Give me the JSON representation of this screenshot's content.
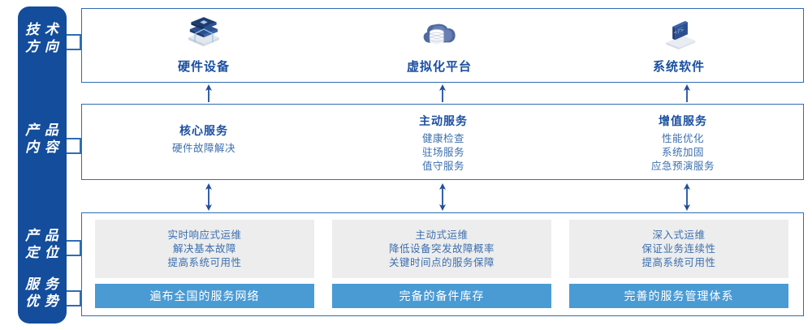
{
  "sidebar": {
    "items": [
      {
        "name": "tech-direction",
        "line1": "技 术",
        "line2": "方 向"
      },
      {
        "name": "product-content",
        "line1": "产 品",
        "line2": "内 容"
      },
      {
        "name": "product-position",
        "line1": "产 品",
        "line2": "定 位"
      },
      {
        "name": "service-advantage",
        "line1": "服 务",
        "line2": "优 势"
      }
    ]
  },
  "tech_row": {
    "columns": [
      {
        "icon": "server-stack-icon",
        "title": "硬件设备"
      },
      {
        "icon": "cloud-database-icon",
        "title": "虚拟化平台"
      },
      {
        "icon": "laptop-code-icon",
        "title": "系统软件"
      }
    ]
  },
  "product_row": {
    "columns": [
      {
        "title": "核心服务",
        "lines": [
          "硬件故障解决"
        ]
      },
      {
        "title": "主动服务",
        "lines": [
          "健康检查",
          "驻场服务",
          "值守服务"
        ]
      },
      {
        "title": "增值服务",
        "lines": [
          "性能优化",
          "系统加固",
          "应急预演服务"
        ]
      }
    ]
  },
  "position_row": {
    "columns": [
      {
        "lines": [
          "实时响应式运维",
          "解决基本故障",
          "提高系统可用性"
        ],
        "advantage": "遍布全国的服务网络"
      },
      {
        "lines": [
          "主动式运维",
          "降低设备突发故障概率",
          "关键时间点的服务保障"
        ],
        "advantage": "完备的备件库存"
      },
      {
        "lines": [
          "深入式运维",
          "保证业务连续性",
          "提高系统可用性"
        ],
        "advantage": "完善的服务管理体系"
      }
    ]
  },
  "colors": {
    "rail": "#134D9C",
    "border": "#2E6DB4",
    "title": "#1B4FA0",
    "body_text": "#3C6FAE",
    "grey_panel": "#EDEDED",
    "advantage_bar": "#4A9BD4",
    "arrow": "#1F4E9C"
  },
  "arrows": {
    "up_single": "arrow-up-icon",
    "up_down": "arrow-up-down-icon",
    "down_single": "arrow-down-icon"
  }
}
